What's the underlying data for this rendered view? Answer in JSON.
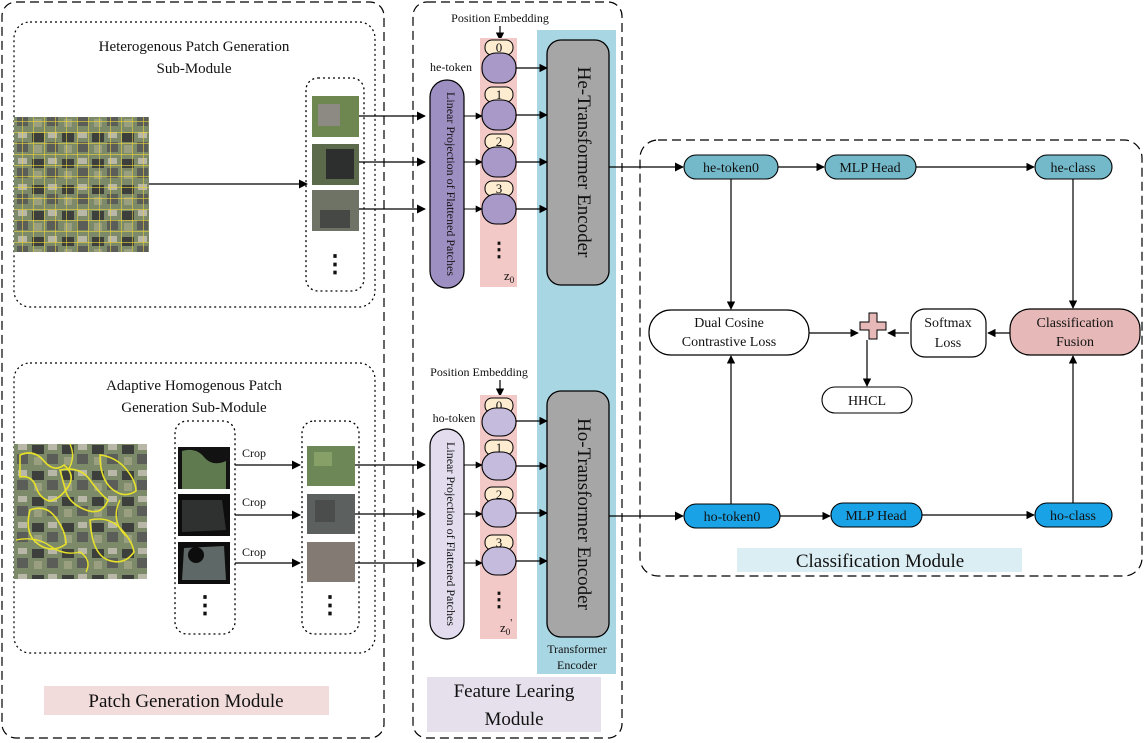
{
  "patch_module": {
    "title": "Patch Generation Module",
    "hetero_title_line1": "Heterogenous Patch Generation",
    "hetero_title_line2": "Sub-Module",
    "homo_title_line1": "Adaptive Homogenous Patch",
    "homo_title_line2": "Generation Sub-Module",
    "crop_label": "Crop",
    "ellipsis": "⋮"
  },
  "feature_module": {
    "title_line1": "Feature Learing",
    "title_line2": "Module",
    "position_embedding": "Position Embedding",
    "he_token": "he-token",
    "ho_token": "ho-token",
    "linear_projection": "Linear Projection of Flattened Patches",
    "index_0": "0",
    "index_1": "1",
    "index_2": "2",
    "index_3": "3",
    "z0_label": "z",
    "z0_sub": "0",
    "z0p_sub": "0",
    "z0p_prime": "'",
    "he_encoder": "He-Transformer Encoder",
    "ho_encoder": "Ho-Transformer Encoder",
    "encoder_band_line1": "Transformer",
    "encoder_band_line2": "Encoder"
  },
  "classification_module": {
    "title": "Classification Module",
    "he_token0": "he-token0",
    "ho_token0": "ho-token0",
    "mlp_head": "MLP Head",
    "he_class": "he-class",
    "ho_class": "ho-class",
    "dual_cosine_line1": "Dual Cosine",
    "dual_cosine_line2": "Contrastive Loss",
    "softmax_line1": "Softmax",
    "softmax_line2": "Loss",
    "fusion_line1": "Classification",
    "fusion_line2": "Fusion",
    "hhcl": "HHCL"
  },
  "colors": {
    "module_title_bg_pink": "#f2dcdb",
    "module_title_bg_lavender": "#e6e0ec",
    "module_title_bg_blue": "#dbeef4",
    "encoder_band": "#a9d6e3",
    "encoder_box": "#a6a6a6",
    "projection_box": "#9e8fc2",
    "token_node": "#a899c8",
    "index_badge": "#fdeccf",
    "embedding_column": "#f2c9c6",
    "he_token_node": "#74b9c9",
    "ho_token_node": "#1aa2e6",
    "fusion_box": "#e6b9b8",
    "plus_sign": "#e6b9b8"
  },
  "icons": [
    "aerial-grid-image-icon",
    "aerial-segmented-image-icon",
    "patch-thumbnail-icon",
    "plus-sum-icon"
  ]
}
